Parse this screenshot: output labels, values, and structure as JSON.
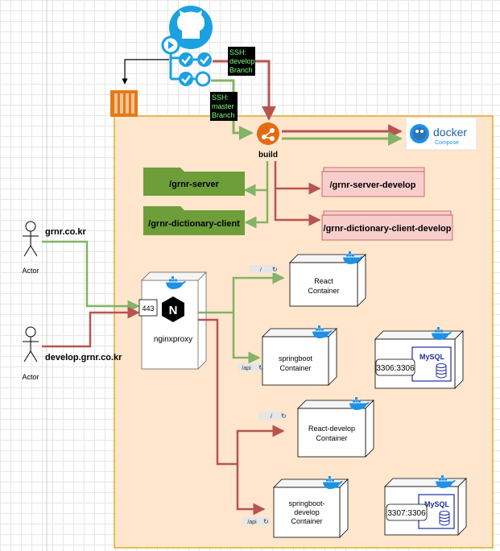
{
  "ssh_develop": [
    "SSH:",
    "develop",
    "Branch"
  ],
  "ssh_master": [
    "SSH:",
    "master",
    "Branch"
  ],
  "build_label": "build",
  "docker_logo": {
    "word": "docker",
    "sub": "Compose"
  },
  "folders": {
    "grnr_server": "/grnr-server",
    "grnr_dictionary_client": "/grnr-dictionary-client",
    "grnr_server_develop": "/grnr-server-develop",
    "grnr_dictionary_client_develop": "/grnr-dictionary-client-develop"
  },
  "actors": [
    {
      "label": "Actor",
      "domain": "grnr.co.kr"
    },
    {
      "label": "Actor",
      "domain": "develop.grnr.co.kr"
    }
  ],
  "nginx": {
    "name": "nginxproxy",
    "port": "443",
    "logo_letter": "N"
  },
  "containers": {
    "react": {
      "line1": "React",
      "line2": "Container",
      "route": "/"
    },
    "springboot": {
      "line1": "springboot",
      "line2": "Container",
      "route": "/api"
    },
    "react_develop": {
      "line1": "React-develop",
      "line2": "Container",
      "route": "/"
    },
    "springboot_develop": {
      "line1": "springboot-",
      "line2": "develop",
      "line3": "Container",
      "route": "/api"
    }
  },
  "mysql": [
    {
      "label": "MySQL",
      "port": "3306:3306"
    },
    {
      "label": "MySQL",
      "port": "3307:3306"
    }
  ],
  "colors": {
    "green": "#82b366",
    "green_fill": "#6d9e3a",
    "red": "#b85450",
    "pink_fill": "#f8cecc",
    "region_fill": "#ffe6cc",
    "region_stroke": "#d79b00",
    "github": "#1ba1e2",
    "aws": "#e47a16",
    "docker_blue": "#1d91e6",
    "mysql_blue": "#1b2d9e"
  }
}
